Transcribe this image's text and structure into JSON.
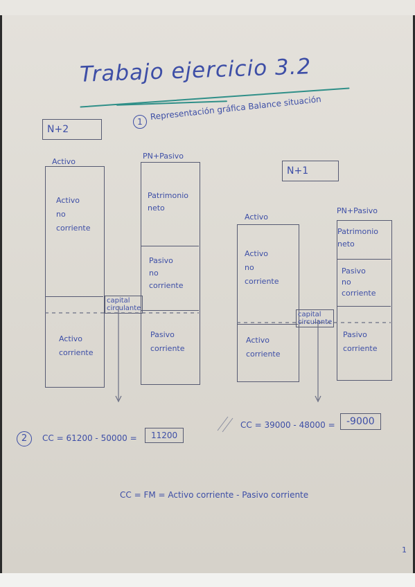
{
  "title": "Trabajo ejercicio 3.2",
  "section1_num": "1",
  "section1_text": "Representación gráfica Balance situación",
  "section2_num": "2",
  "n2": {
    "tag": "N+2",
    "activo_header": "Activo",
    "pn_header": "PN+Pasivo",
    "anc": [
      "Activo",
      "no",
      "corriente"
    ],
    "pn": [
      "Patrimonio",
      "neto"
    ],
    "pnc": [
      "Pasivo",
      "no",
      "corriente"
    ],
    "ac": [
      "Activo",
      "corriente"
    ],
    "pc": [
      "Pasivo",
      "corriente"
    ],
    "cc_label": [
      "capital",
      "circulante"
    ],
    "formula": "CC = 61200 - 50000 =",
    "result": "11200"
  },
  "n1": {
    "tag": "N+1",
    "activo_header": "Activo",
    "pn_header": "PN+Pasivo",
    "anc": [
      "Activo",
      "no",
      "corriente"
    ],
    "pn": [
      "Patrimonio",
      "neto"
    ],
    "pnc": [
      "Pasivo",
      "no",
      "corriente"
    ],
    "ac": [
      "Activo",
      "corriente"
    ],
    "pc": [
      "Pasivo",
      "corriente"
    ],
    "cc_label": [
      "capital",
      "circulante"
    ],
    "formula": "CC = 39000 - 48000 =",
    "result": "-9000"
  },
  "definition": "CC = FM = Activo corriente - Pasivo corriente",
  "page_number": "1",
  "colors": {
    "ink": "#3d4ea6",
    "pencil": "#565a72",
    "teal": "#2f8f88",
    "paper": "#dedbd4"
  }
}
